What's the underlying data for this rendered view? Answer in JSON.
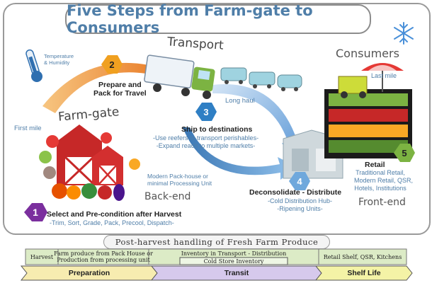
{
  "title": "Five Steps from Farm-gate to Consumers",
  "labels": {
    "temperature_humidity": "Temperature\n& Humidity",
    "farm_gate": "Farm-gate",
    "first_mile": "First mile",
    "transport": "Transport",
    "long_haul": "Long haul",
    "consumers": "Consumers",
    "last_mile": "Last mile",
    "pack_house": "Modern Pack-house or\nminimal Processing Unit",
    "back_end": "Back-end",
    "front_end": "Front-end"
  },
  "steps": [
    {
      "number": "1",
      "title": "Select and Pre-condition after Harvest",
      "sub": "-Trim, Sort, Grade, Pack, Precool, Dispatch-",
      "color": "#7b2f9e"
    },
    {
      "number": "2",
      "title": "Prepare and\nPack for Travel",
      "sub": "",
      "color": "#f0a020"
    },
    {
      "number": "3",
      "title": "Ship to destinations",
      "sub": "-Use reefers to transport perishables-\n-Expand reach to multiple markets-",
      "color": "#2f7fc4"
    },
    {
      "number": "4",
      "title": "Deconsolidate - Distribute",
      "sub": "-Cold Distribution Hub-\n-Ripening Units-",
      "color": "#6fa8dc"
    },
    {
      "number": "5",
      "title": "Retail",
      "sub": "Traditional Retail,\nModern Retail, QSR,\nHotels, Institutions",
      "color": "#7cb342"
    }
  ],
  "bottom": {
    "heading": "Post-harvest handling of Fresh Farm Produce",
    "cells": {
      "harvest": "Harvest",
      "farm_produce": "Farm produce from Pack House or\nProduction from processing unit",
      "inventory": "Inventory in Transport - Distribution",
      "cold_store": "Cold Store Inventory",
      "retail_shelf": "Retail Shelf, QSR, Kitchens"
    },
    "phases": {
      "preparation": "Preparation",
      "transit": "Transit",
      "shelf_life": "Shelf Life"
    }
  },
  "colors": {
    "title": "#4f7ea8",
    "preparation_bar": "#f7ecb0",
    "transit_bar": "#d6c9ec",
    "shelf_bar": "#f4f3a6",
    "cell_green": "#dcebc6",
    "arrow_orange": "#f08a28",
    "arrow_blue": "#5b9bd5"
  },
  "icons": [
    "thermometer-icon",
    "snowflake-icon",
    "barn-icon",
    "truck-icon",
    "train-icon",
    "warehouse-icon",
    "produce-shelf-icon",
    "umbrella-cart-icon"
  ]
}
